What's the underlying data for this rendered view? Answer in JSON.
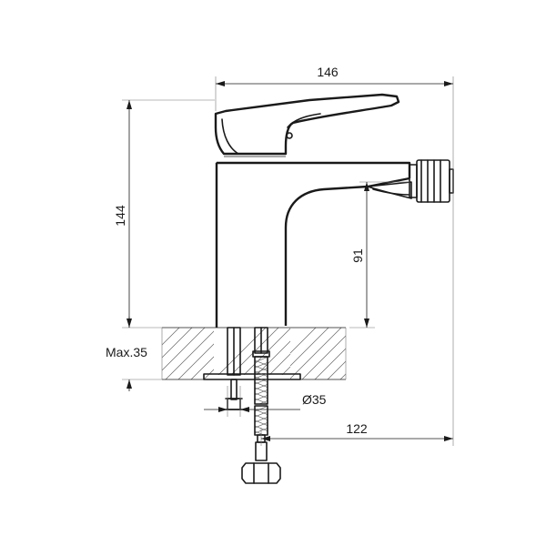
{
  "dimensions": {
    "width_overall": "146",
    "height_overall": "144",
    "spout_height": "91",
    "max_counter_thickness": "Max.35",
    "hole_diameter": "Ø35",
    "reach": "122"
  }
}
